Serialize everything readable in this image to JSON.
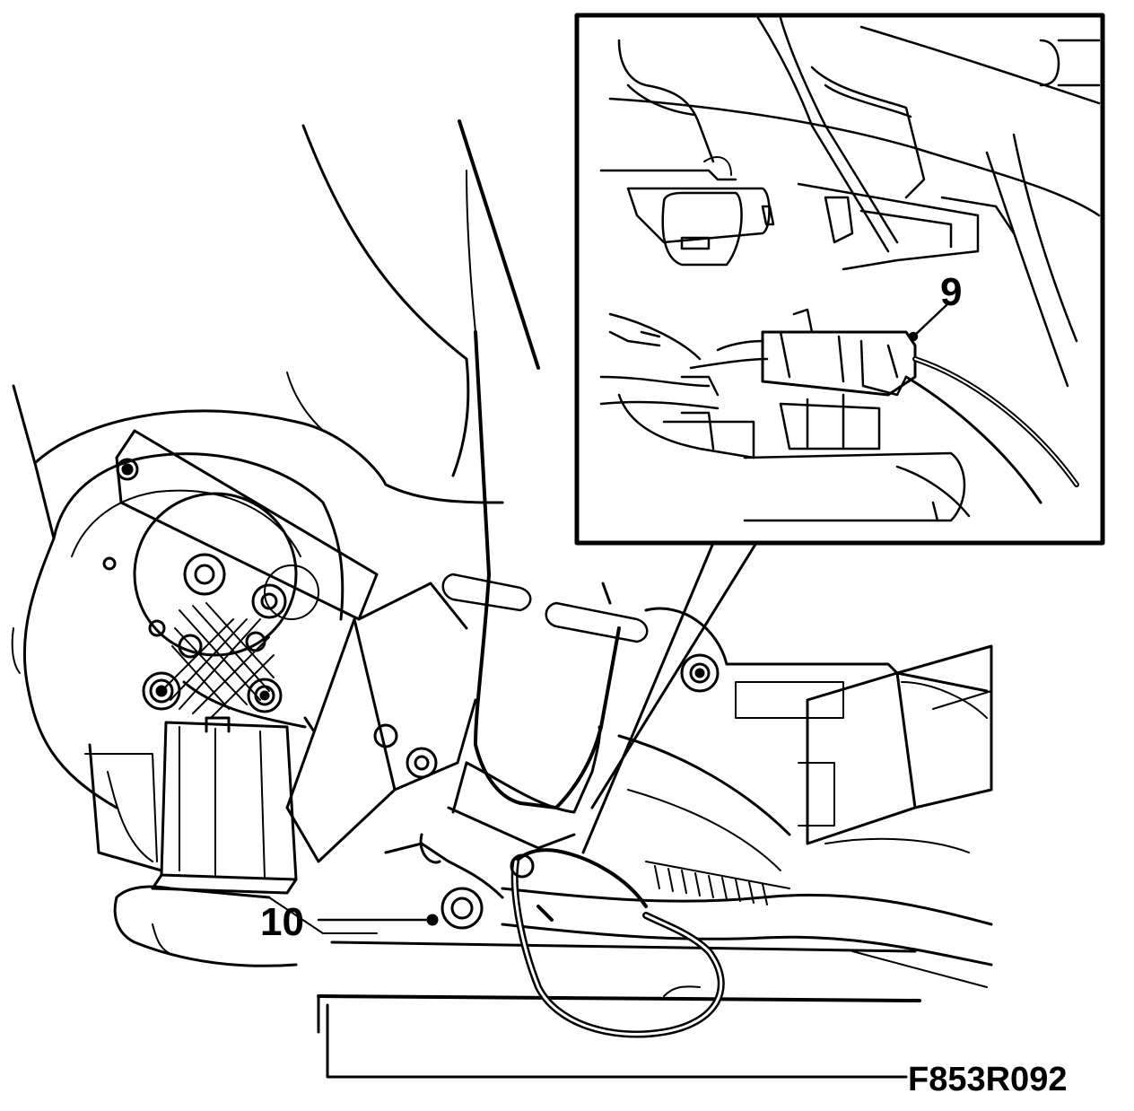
{
  "callouts": {
    "nine": "9",
    "ten": "10"
  },
  "figure_code": "F853R092",
  "colors": {
    "line": "#000000",
    "background": "#ffffff"
  }
}
